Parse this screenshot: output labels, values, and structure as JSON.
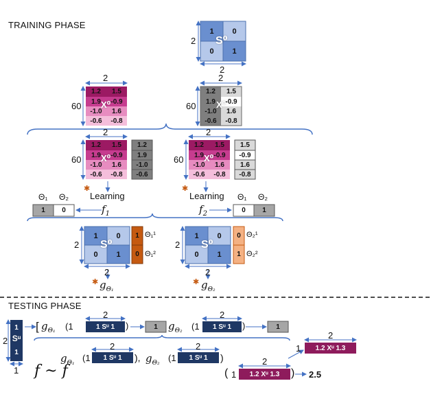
{
  "phases": {
    "training": "TRAINING PHASE",
    "testing": "TESTING PHASE"
  },
  "dims": {
    "two": "2",
    "sixty": "60",
    "one": "1"
  },
  "s0": {
    "label": "S⁰",
    "cells": [
      "1",
      "0",
      "0",
      "1"
    ]
  },
  "x0": {
    "label": "X⁰",
    "rows": [
      [
        "1.2",
        "1.5"
      ],
      [
        "1.9",
        "-0.9"
      ],
      [
        "-1.0",
        "1.6"
      ],
      [
        "-0.6",
        "-0.8"
      ]
    ]
  },
  "targets": {
    "left": [
      "1.2",
      "1.9",
      "-1.0",
      "-0.6"
    ],
    "right": [
      "1.5",
      "-0.9",
      "1.6",
      "-0.8"
    ]
  },
  "learning": "Learning",
  "f1": "f",
  "f1sub": "1",
  "f2": "f",
  "f2sub": "2",
  "theta_left": {
    "h1": "Θ₁",
    "h2": "Θ₂",
    "v1": "1",
    "v2": "0"
  },
  "theta_right": {
    "h1": "Θ₁",
    "h2": "Θ₂",
    "v1": "0",
    "v2": "1"
  },
  "theta_col_left": {
    "v1": "1",
    "v2": "0",
    "l1": "Θ₁¹",
    "l2": "Θ₁²"
  },
  "theta_col_right": {
    "v1": "0",
    "v2": "1",
    "l1": "Θ₂¹",
    "l2": "Θ₂²"
  },
  "g1": "g",
  "g1sub": "Θ₁",
  "g2": "g",
  "g2sub": "Θ₂",
  "su": {
    "label": "Sᵘ",
    "row": "1  Sᵘ 1",
    "col1": "1",
    "col2": "1"
  },
  "test_out": {
    "left": "1",
    "right": "1"
  },
  "xu": {
    "row": "1.2  Xᵘ 1.3"
  },
  "final": {
    "f": "f ~ f",
    "result": "2.5",
    "open_paren": "(",
    "close_paren": ")"
  },
  "colors": {
    "blue_dark": "#6a8fcf",
    "blue_light": "#b5c8ea",
    "magenta_dark": "#9c1a63",
    "magenta": "#c63c8f",
    "pink": "#e78cc0",
    "pink_light": "#f4bedb",
    "navy": "#1f3864",
    "orange": "#c55a11",
    "orange_light": "#f4b183",
    "gray": "#a6a6a6",
    "purple": "#8e1b5c",
    "arrow": "#4472c4"
  }
}
